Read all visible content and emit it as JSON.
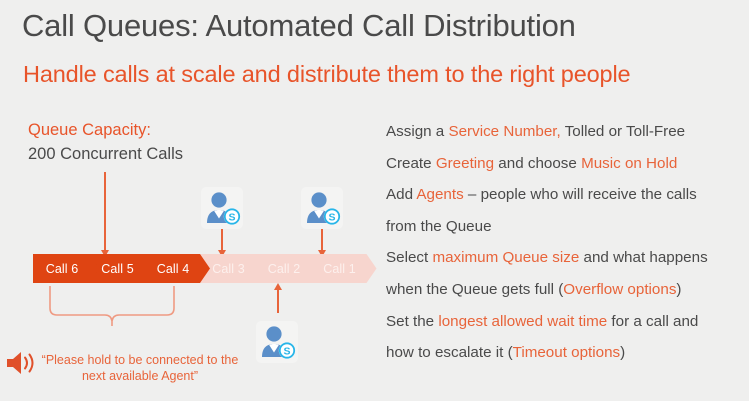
{
  "header": {
    "title": "Call Queues: Automated Call Distribution",
    "subtitle": "Handle calls at scale and distribute them to the right people"
  },
  "colors": {
    "background": "#efefee",
    "title_gray": "#4a4a4a",
    "accent_orange": "#e8542a",
    "arrow_orange": "#e8643a",
    "chevron_filled": "#df4412",
    "chevron_empty": "#f7d5ce",
    "skype_blue": "#5b8fc9",
    "skype_badge": "#28b5e8"
  },
  "diagram": {
    "capacity_label": "Queue Capacity:",
    "capacity_value": "200 Concurrent Calls",
    "queue": [
      {
        "label": "Call 6",
        "state": "filled"
      },
      {
        "label": "Call 5",
        "state": "filled"
      },
      {
        "label": "Call 4",
        "state": "filled"
      },
      {
        "label": "Call 3",
        "state": "empty"
      },
      {
        "label": "Call 2",
        "state": "empty"
      },
      {
        "label": "Call 1",
        "state": "empty"
      }
    ],
    "hold_message": "“Please hold to be connected to the next available Agent”",
    "speaker_icon": "speaker-sound-icon",
    "agents": [
      {
        "name": "agent-avatar-1",
        "icon": "skype-user-icon"
      },
      {
        "name": "agent-avatar-2",
        "icon": "skype-user-icon"
      },
      {
        "name": "agent-avatar-3",
        "icon": "skype-user-icon"
      }
    ]
  },
  "bullets": [
    {
      "id": "bullet-service-number",
      "segments": [
        {
          "text": "Assign a ",
          "highlight": false
        },
        {
          "text": "Service Number,",
          "highlight": true
        },
        {
          "text": " Tolled or Toll-Free",
          "highlight": false
        }
      ]
    },
    {
      "id": "bullet-greeting",
      "segments": [
        {
          "text": "Create ",
          "highlight": false
        },
        {
          "text": "Greeting",
          "highlight": true
        },
        {
          "text": " and choose ",
          "highlight": false
        },
        {
          "text": "Music on Hold",
          "highlight": true
        }
      ]
    },
    {
      "id": "bullet-agents",
      "segments": [
        {
          "text": "Add ",
          "highlight": false
        },
        {
          "text": "Agents",
          "highlight": true
        },
        {
          "text": " – people who will receive the calls",
          "highlight": false
        }
      ]
    },
    {
      "id": "bullet-agents-cont",
      "segments": [
        {
          "text": "from the Queue",
          "highlight": false
        }
      ]
    },
    {
      "id": "bullet-max-queue",
      "segments": [
        {
          "text": "Select ",
          "highlight": false
        },
        {
          "text": "maximum Queue size",
          "highlight": true
        },
        {
          "text": " and what happens",
          "highlight": false
        }
      ]
    },
    {
      "id": "bullet-overflow",
      "segments": [
        {
          "text": "when the Queue gets full (",
          "highlight": false
        },
        {
          "text": "Overflow options",
          "highlight": true
        },
        {
          "text": ")",
          "highlight": false
        }
      ]
    },
    {
      "id": "bullet-wait-time",
      "segments": [
        {
          "text": "Set the ",
          "highlight": false
        },
        {
          "text": "longest allowed wait time",
          "highlight": true
        },
        {
          "text": " for a call and",
          "highlight": false
        }
      ]
    },
    {
      "id": "bullet-timeout",
      "segments": [
        {
          "text": "how to escalate it (",
          "highlight": false
        },
        {
          "text": "Timeout options",
          "highlight": true
        },
        {
          "text": ")",
          "highlight": false
        }
      ]
    }
  ]
}
